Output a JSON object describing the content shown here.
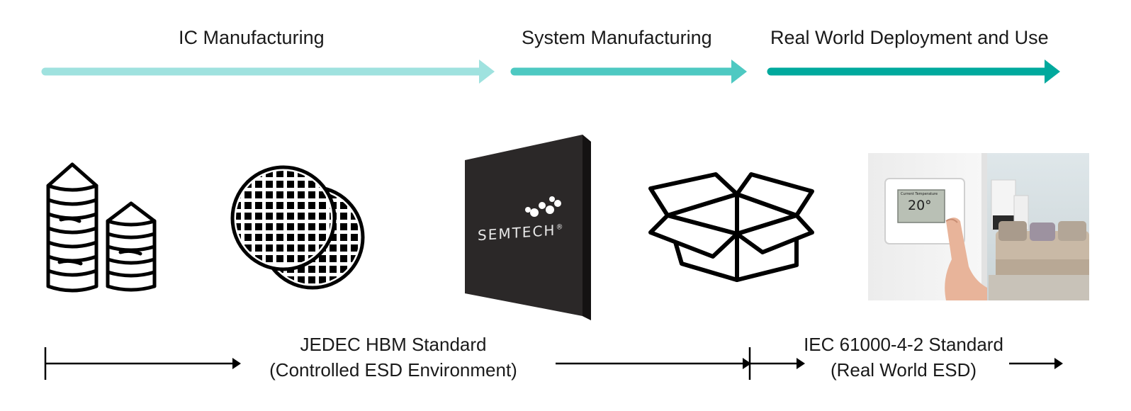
{
  "stages": [
    {
      "label": "IC Manufacturing",
      "color": "#9fe2df"
    },
    {
      "label": "System Manufacturing",
      "color": "#4ec9c2"
    },
    {
      "label": "Real World Deployment and Use",
      "color": "#00a99d"
    }
  ],
  "standards": {
    "jedec": {
      "line1": "JEDEC HBM Standard",
      "line2": "(Controlled ESD Environment)"
    },
    "iec": {
      "line1": "IEC 61000-4-2 Standard",
      "line2": "(Real World ESD)"
    }
  },
  "chip": {
    "brand": "SEMTECH",
    "trademark": "®"
  },
  "thermostat": {
    "caption": "Current Temperature",
    "temperature": "20°"
  },
  "icons": [
    "silicon-ingots-icon",
    "wafers-icon",
    "semtech-chip-icon",
    "open-box-icon",
    "thermostat-photo"
  ]
}
